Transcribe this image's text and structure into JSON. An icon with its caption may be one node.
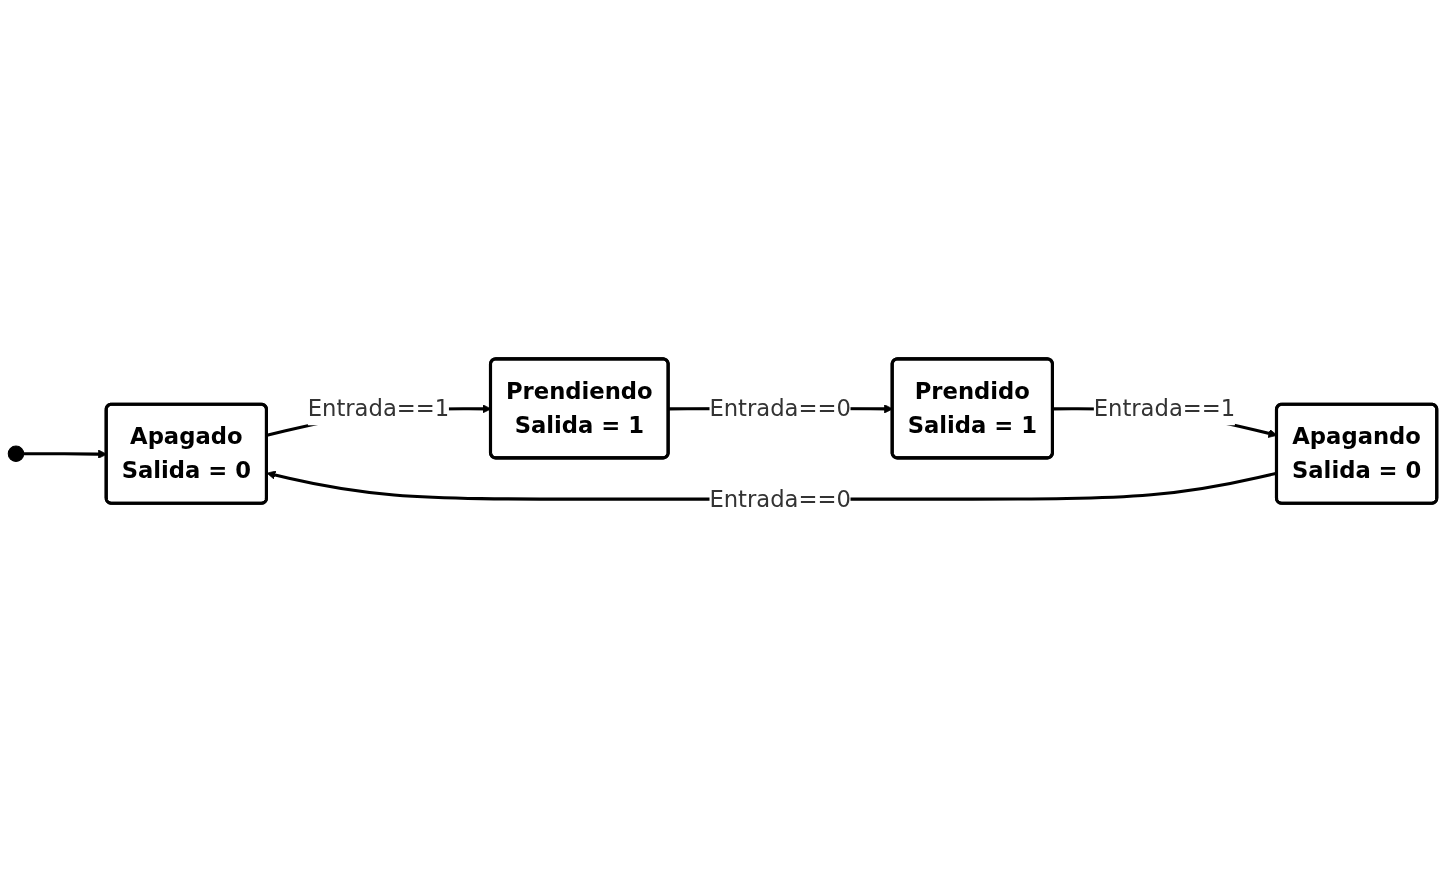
{
  "diagram": {
    "nodes": [
      {
        "text": [],
        "shape": "circle"
      },
      {
        "text": [
          "Apagado",
          "Salida = 0"
        ]
      },
      {
        "text": [
          "Prendiendo",
          "Salida = 1"
        ]
      },
      {
        "text": [
          "Prendido",
          "Salida = 1"
        ]
      },
      {
        "text": [
          "Apagando",
          "Salida = 0"
        ]
      }
    ],
    "edges": [
      {
        "from": 0,
        "to": 1,
        "arrow": "to"
      },
      {
        "from": 1,
        "to": 2,
        "arrow": "to",
        "label": "Entrada==1"
      },
      {
        "from": 2,
        "to": 3,
        "arrow": "to",
        "label": "Entrada==0"
      },
      {
        "from": 3,
        "to": 4,
        "arrow": "to",
        "label": "Entrada==1"
      },
      {
        "from": 4,
        "to": 1,
        "arrow": "to",
        "label": "Entrada==0"
      }
    ]
  }
}
